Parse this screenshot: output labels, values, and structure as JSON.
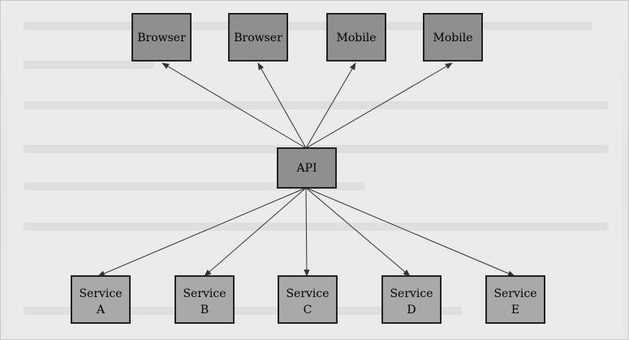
{
  "clients": [
    {
      "id": "browser-1",
      "label": "Browser"
    },
    {
      "id": "browser-2",
      "label": "Browser"
    },
    {
      "id": "mobile-1",
      "label": "Mobile"
    },
    {
      "id": "mobile-2",
      "label": "Mobile"
    }
  ],
  "gateway": {
    "id": "api",
    "label": "API"
  },
  "services": [
    {
      "id": "service-a",
      "line1": "Service",
      "line2": "A"
    },
    {
      "id": "service-b",
      "line1": "Service",
      "line2": "B"
    },
    {
      "id": "service-c",
      "line1": "Service",
      "line2": "C"
    },
    {
      "id": "service-d",
      "line1": "Service",
      "line2": "D"
    },
    {
      "id": "service-e",
      "line1": "Service",
      "line2": "E"
    }
  ],
  "colors": {
    "box_fill": "#8f8f8f",
    "service_fill": "#a9a9a9",
    "stroke": "#222222",
    "background": "#ebebeb"
  }
}
